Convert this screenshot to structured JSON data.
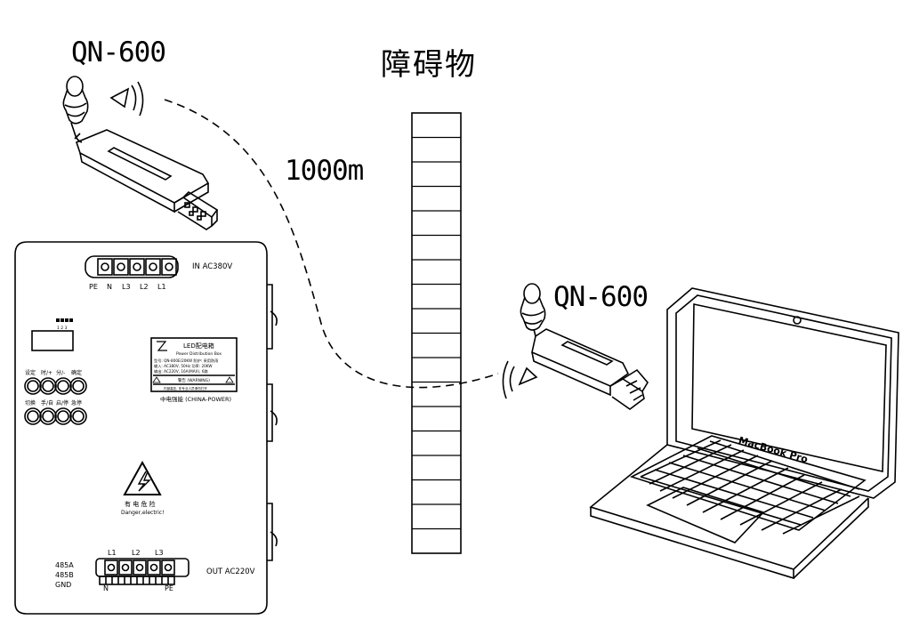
{
  "labels": {
    "transmitter_model": "QN-600",
    "receiver_model": "QN-600",
    "obstacle": "障碍物",
    "distance": "1000m"
  },
  "cabinet": {
    "input_label": "IN AC380V",
    "input_terminals": [
      "PE",
      "N",
      "L3",
      "L2",
      "L1"
    ],
    "display_digits": "1 2 3",
    "button_row1_labels": [
      "设定",
      "时/+",
      "分/-",
      "确定"
    ],
    "button_row2_labels": [
      "切换",
      "手/自",
      "启/停",
      "急停"
    ],
    "nameplate_title": "LED配电箱",
    "nameplate_subtitle": "Power Distribution Box",
    "nameplate_line1": "型号: QN-800E/20KW  防护: 采用防雨",
    "nameplate_line2": "输入: AC380V, 50Hz  功率: 20KW",
    "nameplate_line3": "输出: AC220V, 16A(MAX), 6路",
    "nameplate_warning": "警告 (WARNING)",
    "nameplate_warning_text": "内部高压, 非专业人员请勿打开",
    "brand": "中电强能 (CHINA-POWER)",
    "hazard_cn": "有 电 危 险",
    "hazard_en": "Danger,electric!",
    "output_terminals": [
      "L1",
      "L2",
      "L3"
    ],
    "output_label": "OUT AC220V",
    "output_bottom_left": "N",
    "output_bottom_right": "PE",
    "rs485_labels": [
      "485A",
      "485B",
      "GND"
    ]
  },
  "laptop": {
    "brand": "MacBook Pro"
  }
}
